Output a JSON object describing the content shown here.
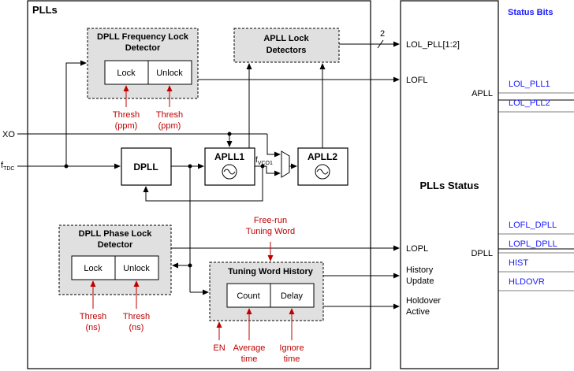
{
  "title": "PLLs",
  "status_bits_header": "Status Bits",
  "status_panel_title": "PLLs Status",
  "inputs": {
    "xo": "XO",
    "ftdc_main": "f",
    "ftdc_sub": "TDC"
  },
  "blocks": {
    "dpll_freq_lock": {
      "title_line1": "DPLL Frequency Lock",
      "title_line2": "Detector",
      "lock": "Lock",
      "unlock": "Unlock"
    },
    "apll_lock": {
      "title_line1": "APLL Lock",
      "title_line2": "Detectors"
    },
    "dpll": "DPLL",
    "apll1": "APLL1",
    "apll2": "APLL2",
    "fvco1_main": "f",
    "fvco1_sub": "VCO1",
    "dpll_phase_lock": {
      "title_line1": "DPLL Phase Lock",
      "title_line2": "Detector",
      "lock": "Lock",
      "unlock": "Unlock"
    },
    "tuning_word_history": {
      "title": "Tuning Word History",
      "count": "Count",
      "delay": "Delay"
    }
  },
  "red_labels": {
    "freq_thresh_1": [
      "Thresh",
      "(ppm)"
    ],
    "freq_thresh_2": [
      "Thresh",
      "(ppm)"
    ],
    "free_run": [
      "Free-run",
      "Tuning Word"
    ],
    "phase_thresh_1": [
      "Thresh",
      "(ns)"
    ],
    "phase_thresh_2": [
      "Thresh",
      "(ns)"
    ],
    "en": "EN",
    "average_time": [
      "Average",
      "time"
    ],
    "ignore_time": [
      "Ignore",
      "time"
    ]
  },
  "signals": {
    "bus_width": "2",
    "lol_pll": "LOL_PLL[1:2]",
    "lofl": "LOFL",
    "lopl": "LOPL",
    "history_update": [
      "History",
      "Update"
    ],
    "holdover_active": [
      "Holdover",
      "Active"
    ]
  },
  "groups": {
    "apll": "APLL",
    "dpll": "DPLL"
  },
  "status_bits": {
    "apll": [
      "LOL_PLL1",
      "LOL_PLL2"
    ],
    "dpll": [
      "LOFL_DPLL",
      "LOPL_DPLL",
      "HIST",
      "HLDOVR"
    ]
  },
  "colors": {
    "red": "#c00000",
    "blue": "#1a1aff",
    "block_fill": "#e0e0e0"
  }
}
